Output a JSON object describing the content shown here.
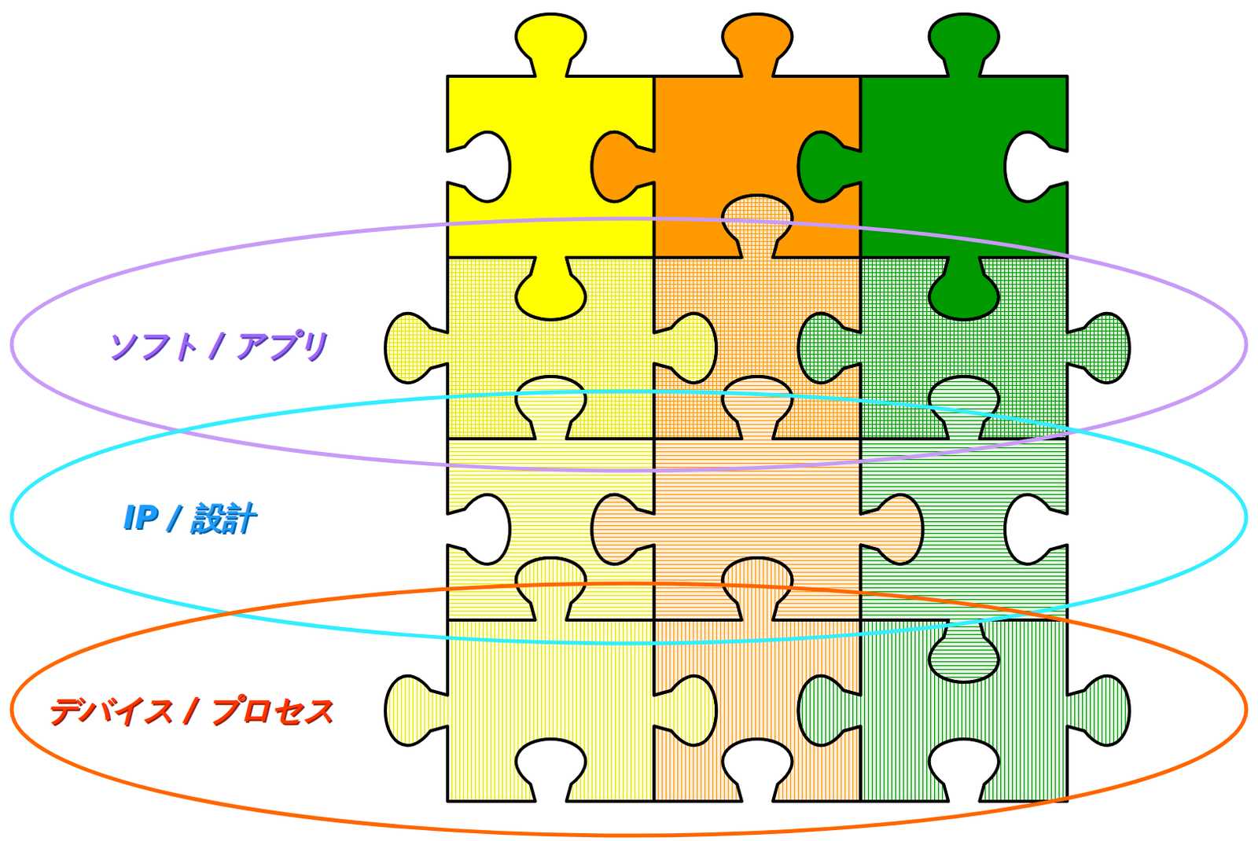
{
  "diagram": {
    "nodes": [
      {
        "text": [
          "ソフト / アプリ"
        ]
      },
      {
        "text": [
          "IP / 設計"
        ]
      },
      {
        "text": [
          "デバイス / プロセス"
        ]
      }
    ]
  }
}
